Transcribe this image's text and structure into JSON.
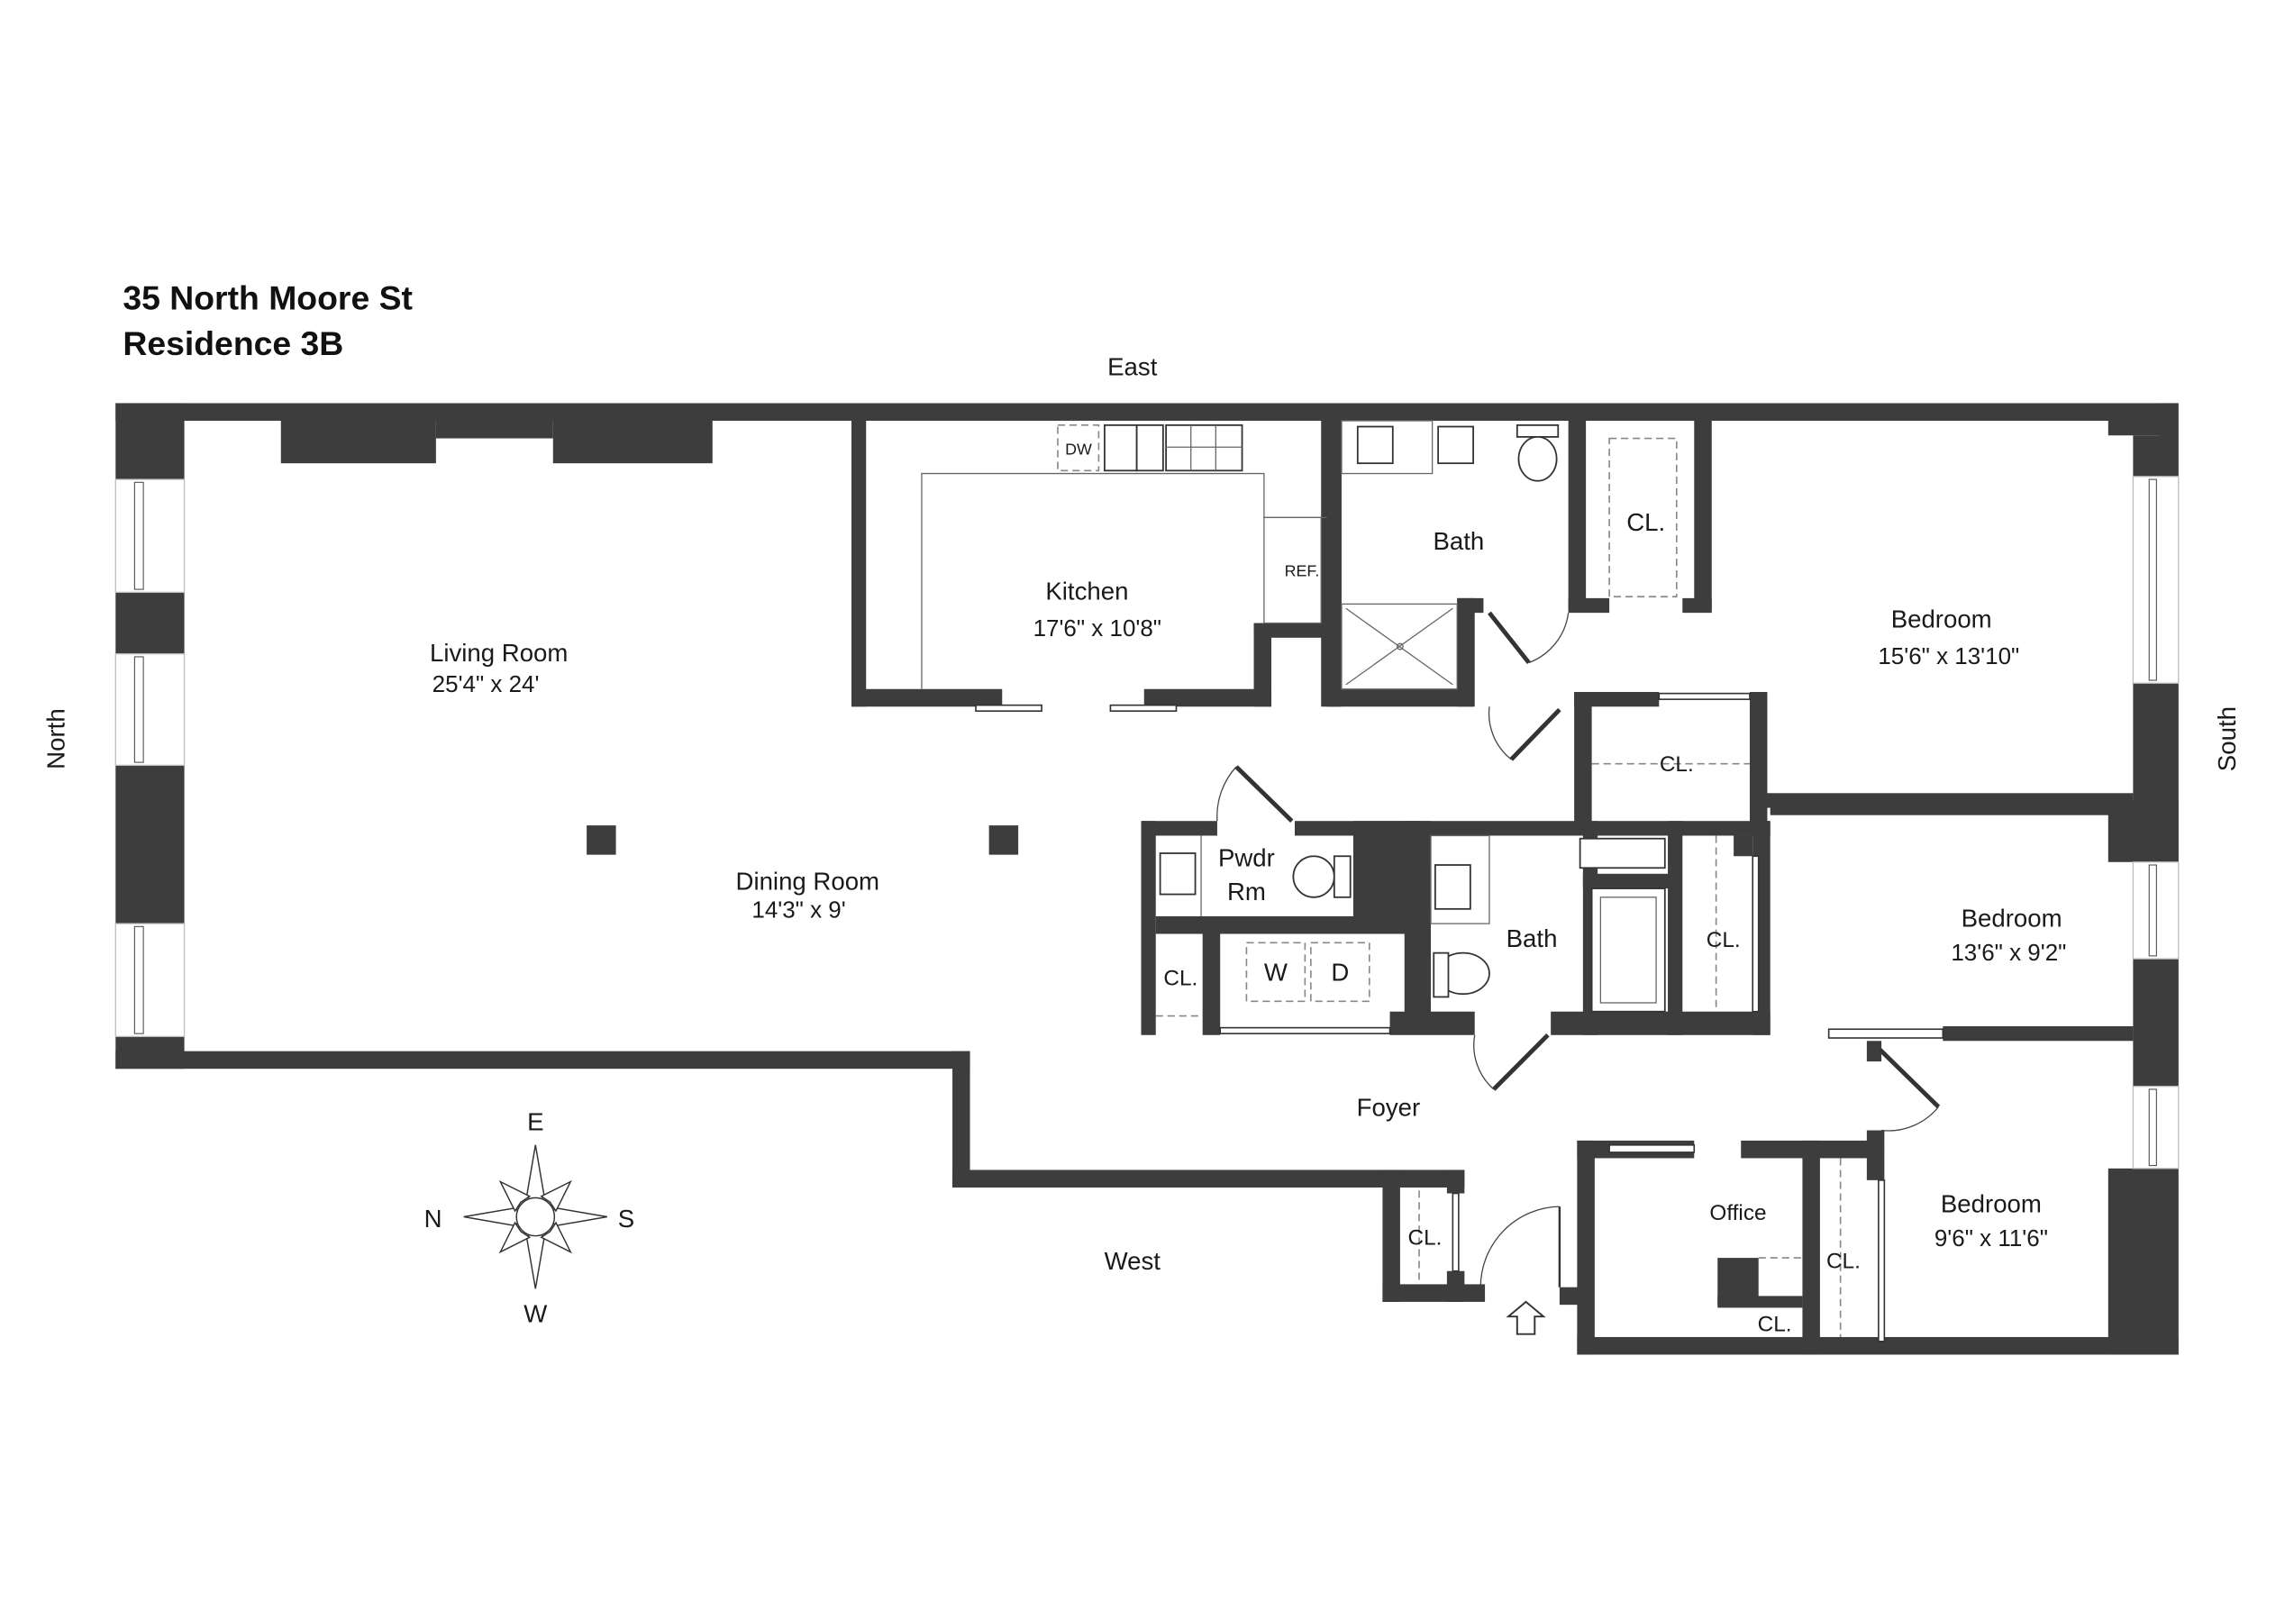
{
  "header": {
    "address": "35 North Moore St",
    "unit": "Residence 3B"
  },
  "orientation_labels": {
    "top": "East",
    "bottom": "West",
    "left": "North",
    "right": "South"
  },
  "compass": {
    "top": "E",
    "bottom": "W",
    "left": "N",
    "right": "S"
  },
  "rooms": {
    "living": {
      "name": "Living Room",
      "dims": "25'4\" x 24'"
    },
    "dining": {
      "name": "Dining Room",
      "dims": "14'3\" x 9'"
    },
    "kitchen": {
      "name": "Kitchen",
      "dims": "17'6\" x 10'8\""
    },
    "bath_master": {
      "name": "Bath"
    },
    "bedroom_master": {
      "name": "Bedroom",
      "dims": "15'6\" x 13'10\""
    },
    "powder": {
      "name_line1": "Pwdr",
      "name_line2": "Rm"
    },
    "bath_second": {
      "name": "Bath"
    },
    "bedroom_second": {
      "name": "Bedroom",
      "dims": "13'6\" x 9'2\""
    },
    "bedroom_third": {
      "name": "Bedroom",
      "dims": "9'6\" x 11'6\""
    },
    "foyer": {
      "name": "Foyer"
    },
    "office": {
      "name": "Office"
    }
  },
  "closets": {
    "label": "CL."
  },
  "appliances": {
    "dishwasher": "DW",
    "refrigerator": "REF.",
    "washer": "W",
    "dryer": "D"
  },
  "colors": {
    "wall": "#3d3d3d",
    "background": "#ffffff",
    "text": "#1a1a1a"
  }
}
